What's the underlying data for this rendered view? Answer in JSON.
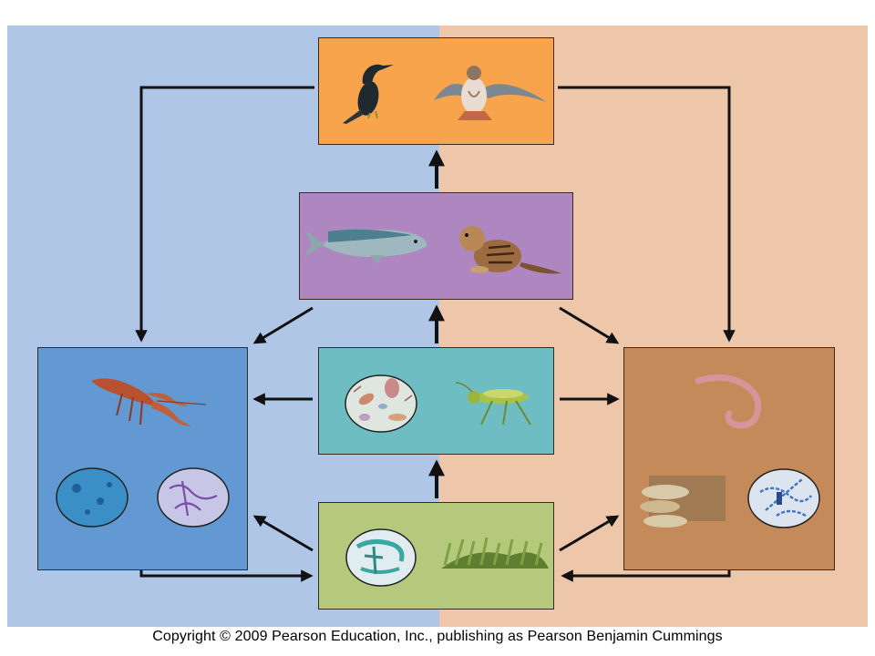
{
  "footer": {
    "copyright": "Copyright © 2009 Pearson Education, Inc., publishing as Pearson Benjamin Cummings"
  },
  "colors": {
    "left_background": "#afc6e6",
    "right_background": "#eec7ab",
    "top_box": "#f8a44c",
    "middle_box": "#ae87c0",
    "center_box": "#6dbdc3",
    "bottom_box": "#b5c97c",
    "left_box": "#6399d2",
    "right_box": "#c48a5a",
    "arrow": "#111111"
  },
  "boxes": [
    {
      "id": "top",
      "icons": [
        "cormorant-icon",
        "hawk-icon"
      ]
    },
    {
      "id": "middle",
      "icons": [
        "fish-icon",
        "ground-squirrel-icon"
      ]
    },
    {
      "id": "center",
      "icons": [
        "zooplankton-icon",
        "grasshopper-icon"
      ]
    },
    {
      "id": "bottom",
      "icons": [
        "phytoplankton-icon",
        "grass-icon"
      ]
    },
    {
      "id": "left",
      "icons": [
        "crayfish-icon",
        "microbe-icon",
        "microbe-icon"
      ]
    },
    {
      "id": "right",
      "icons": [
        "earthworm-icon",
        "fungi-icon",
        "bacteria-icon"
      ]
    }
  ]
}
